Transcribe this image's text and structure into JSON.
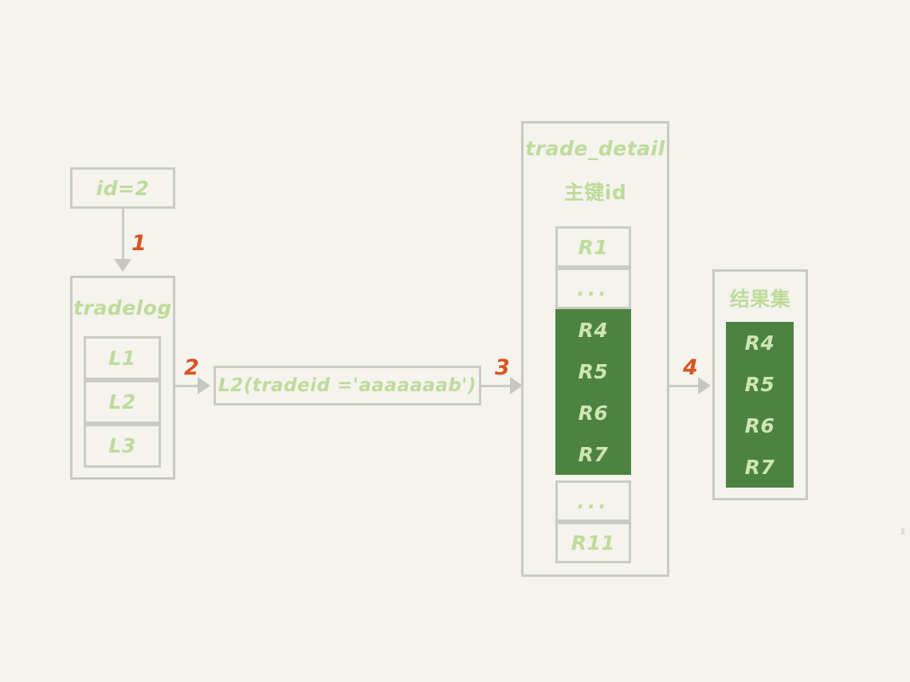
{
  "diagram": {
    "title": "MySQL index lookup flow",
    "background_color": "#f4f3ee",
    "accent_color": "#d9541e",
    "text_color": "#bedb9a",
    "highlight_color": "#4c8341",
    "border_color": "#cbcbc5"
  },
  "nodes": {
    "id_box": {
      "label": "id=2"
    },
    "tradelog": {
      "title": "tradelog",
      "rows": [
        {
          "label": "L1",
          "highlighted": false
        },
        {
          "label": "L2",
          "highlighted": false
        },
        {
          "label": "L3",
          "highlighted": false
        }
      ]
    },
    "condition_box": {
      "label": "L2(tradeid ='aaaaaaab')"
    },
    "trade_detail": {
      "title_line1": "trade_detail",
      "title_line2": "主键id",
      "rows": [
        {
          "label": "R1",
          "highlighted": false
        },
        {
          "label": "...",
          "highlighted": false
        },
        {
          "label": "R4",
          "highlighted": true
        },
        {
          "label": "R5",
          "highlighted": true
        },
        {
          "label": "R6",
          "highlighted": true
        },
        {
          "label": "R7",
          "highlighted": true
        },
        {
          "label": "...",
          "highlighted": false
        },
        {
          "label": "R11",
          "highlighted": false
        }
      ]
    },
    "result_set": {
      "title": "结果集",
      "rows": [
        {
          "label": "R4",
          "highlighted": true
        },
        {
          "label": "R5",
          "highlighted": true
        },
        {
          "label": "R6",
          "highlighted": true
        },
        {
          "label": "R7",
          "highlighted": true
        }
      ]
    }
  },
  "steps": [
    {
      "number": "1",
      "direction": "down"
    },
    {
      "number": "2",
      "direction": "right"
    },
    {
      "number": "3",
      "direction": "right"
    },
    {
      "number": "4",
      "direction": "right"
    }
  ]
}
